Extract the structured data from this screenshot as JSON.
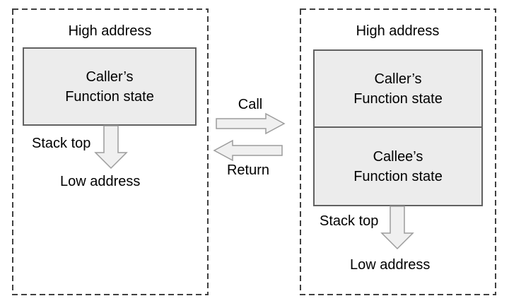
{
  "colors": {
    "background": "#ffffff",
    "panel_border": "#404040",
    "box_fill": "#ececec",
    "box_border": "#616161",
    "arrow_fill": "#f0f0f0",
    "arrow_stroke": "#9c9c9c",
    "text": "#000000"
  },
  "left_panel": {
    "high_address": "High address",
    "caller_box": {
      "line1": "Caller’s",
      "line2": "Function state"
    },
    "stack_top": "Stack top",
    "low_address": "Low address"
  },
  "middle": {
    "call_label": "Call",
    "return_label": "Return"
  },
  "right_panel": {
    "high_address": "High address",
    "caller_box": {
      "line1": "Caller’s",
      "line2": "Function state"
    },
    "callee_box": {
      "line1": "Callee’s",
      "line2": "Function state"
    },
    "stack_top": "Stack top",
    "low_address": "Low address"
  },
  "icons": {
    "call_arrow": "right-block-arrow",
    "return_arrow": "left-block-arrow",
    "left_stack_arrow": "down-block-arrow",
    "right_stack_arrow": "down-block-arrow"
  }
}
